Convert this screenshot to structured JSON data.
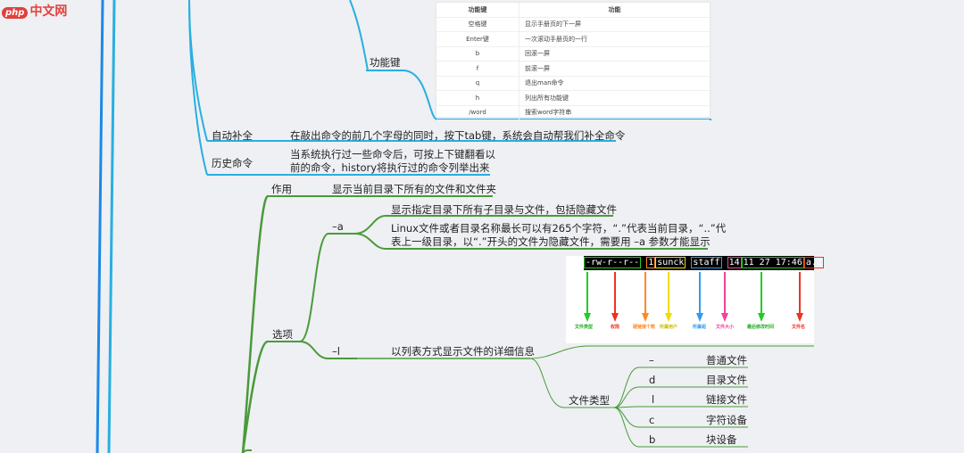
{
  "logo": {
    "badge": "php",
    "text": "中文网"
  },
  "nodes": {
    "function_keys": "功能键",
    "autocomplete": "自动补全",
    "autocomplete_desc": "在敲出命令的前几个字母的同时，按下tab键，系统会自动帮我们补全命令",
    "history": "历史命令",
    "history_desc_1": "当系统执行过一些命令后，可按上下键翻看以",
    "history_desc_2": "前的命令，history将执行过的命令列举出来",
    "purpose": "作用",
    "purpose_desc": "显示当前目录下所有的文件和文件夹",
    "options": "选项",
    "opt_a": "–a",
    "opt_a_desc1": "显示指定目录下所有子目录与文件，包括隐藏文件",
    "opt_a_desc2_1": "Linux文件或者目录名称最长可以有265个字符，“.”代表当前目录，“..”代",
    "opt_a_desc2_2": "表上一级目录，以“.”开头的文件为隐藏文件，需要用 –a 参数才能显示",
    "opt_l": "–l",
    "opt_l_desc": "以列表方式显示文件的详细信息",
    "file_types": "文件类型",
    "types": [
      {
        "sym": "–",
        "name": "普通文件"
      },
      {
        "sym": "d",
        "name": "目录文件"
      },
      {
        "sym": "l",
        "name": "链接文件"
      },
      {
        "sym": "c",
        "name": "字符设备"
      },
      {
        "sym": "b",
        "name": "块设备"
      }
    ]
  },
  "key_table": {
    "headers": [
      "功能键",
      "功能"
    ],
    "rows": [
      [
        "空格键",
        "显示手册页的下一屏"
      ],
      [
        "Enter键",
        "一次滚动手册页的一行"
      ],
      [
        "b",
        "回滚一屏"
      ],
      [
        "f",
        "前滚一屏"
      ],
      [
        "q",
        "退出man命令"
      ],
      [
        "h",
        "列出所有功能键"
      ],
      [
        "/word",
        "搜索word字符串"
      ]
    ]
  },
  "ls_image": {
    "segments": [
      "-rw-r--r--",
      "1",
      "sunck",
      "staff",
      "14",
      "11 27 17:46",
      "a.c"
    ],
    "captions": [
      "文件类型",
      "权限",
      "硬链接个数",
      "所属用户",
      "所属组",
      "文件大小",
      "最后修改时间",
      "文件名"
    ],
    "colors": [
      "#22cc22",
      "#ee3322",
      "#ff8822",
      "#eedd00",
      "#3399ee",
      "#ee4499",
      "#22cc22",
      "#ee3322"
    ]
  },
  "colors": {
    "blue_branch": "#29aee0",
    "green_branch": "#4a9a3a",
    "trunk": "#1e88e5"
  }
}
